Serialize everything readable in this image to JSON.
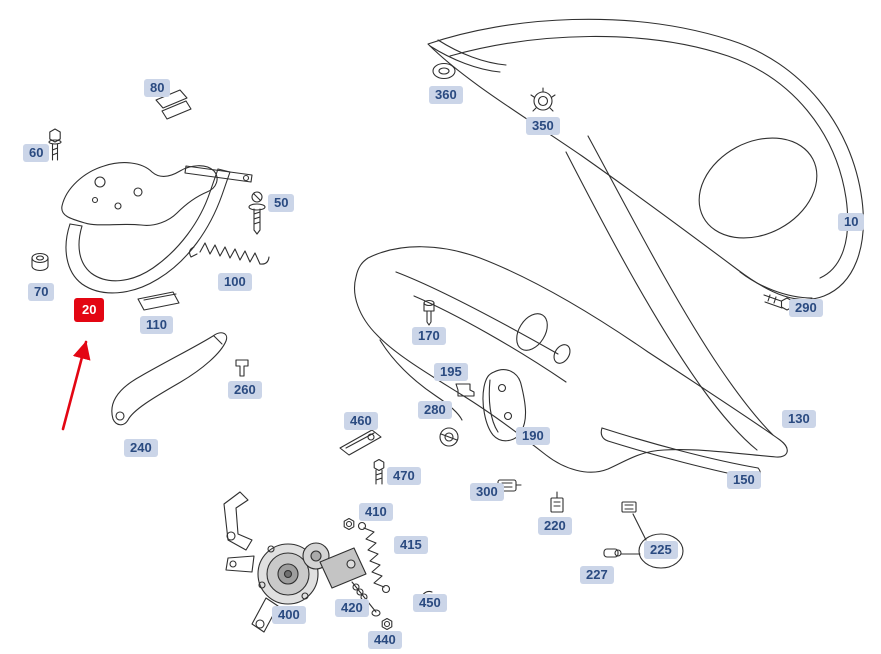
{
  "colors": {
    "badge_bg": "#cbd5e8",
    "badge_text": "#2a4a80",
    "highlight_bg": "#e30613",
    "highlight_text": "#ffffff",
    "line_art": "#303030"
  },
  "highlight": {
    "part": "20"
  },
  "labels": [
    {
      "part": "80"
    },
    {
      "part": "60"
    },
    {
      "part": "50"
    },
    {
      "part": "70"
    },
    {
      "part": "20",
      "highlighted": true
    },
    {
      "part": "110"
    },
    {
      "part": "100"
    },
    {
      "part": "360"
    },
    {
      "part": "350"
    },
    {
      "part": "10"
    },
    {
      "part": "290"
    },
    {
      "part": "170"
    },
    {
      "part": "195"
    },
    {
      "part": "280"
    },
    {
      "part": "260"
    },
    {
      "part": "240"
    },
    {
      "part": "460"
    },
    {
      "part": "190"
    },
    {
      "part": "130"
    },
    {
      "part": "150"
    },
    {
      "part": "470"
    },
    {
      "part": "410"
    },
    {
      "part": "300"
    },
    {
      "part": "220"
    },
    {
      "part": "225"
    },
    {
      "part": "227"
    },
    {
      "part": "415"
    },
    {
      "part": "400"
    },
    {
      "part": "420"
    },
    {
      "part": "440"
    },
    {
      "part": "450"
    }
  ]
}
